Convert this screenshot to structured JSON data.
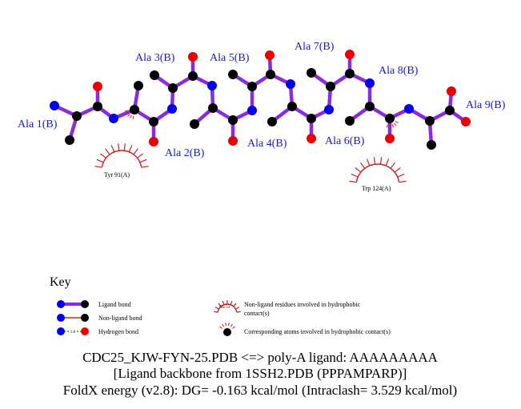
{
  "colors": {
    "ligand_bond": "#8a2be2",
    "non_ligand_bond": "#d2691e",
    "hydrogen_bond": "#22aa22",
    "carbon": "#000000",
    "nitrogen": "#0000ee",
    "oxygen": "#ee0000",
    "label": "#1a1acc",
    "hydrophobic": "#cc2222"
  },
  "residue_labels": [
    "Ala 1(B)",
    "Ala 2(B)",
    "Ala 3(B)",
    "Ala 4(B)",
    "Ala 5(B)",
    "Ala 6(B)",
    "Ala 7(B)",
    "Ala 8(B)",
    "Ala 9(B)"
  ],
  "hydrophobic_residues": [
    "Tyr 91(A)",
    "Trp 124(A)"
  ],
  "key": {
    "title": "Key",
    "ligand_bond": "Ligand bond",
    "non_ligand_bond": "Non-ligand bond",
    "hydrogen_bond": "Hydrogen bond",
    "hbond_distance": "3.0",
    "residue_example": "His 53",
    "residue_desc_1": "Non-ligand residues involved in hydrophobic",
    "residue_desc_2": "contact(s)",
    "atoms_desc": "Corresponding atoms involved in hydrophobic contact(s)"
  },
  "caption": {
    "line1": "CDC25_KJW-FYN-25.PDB <=> poly-A ligand: AAAAAAAAA",
    "line2": "[Ligand backbone from 1SSH2.PDB (PPPAMPARP)]",
    "line3": "FoldX energy (v2.8): DG= -0.163 kcal/mol (Intraclash= 3.529 kcal/mol)"
  }
}
